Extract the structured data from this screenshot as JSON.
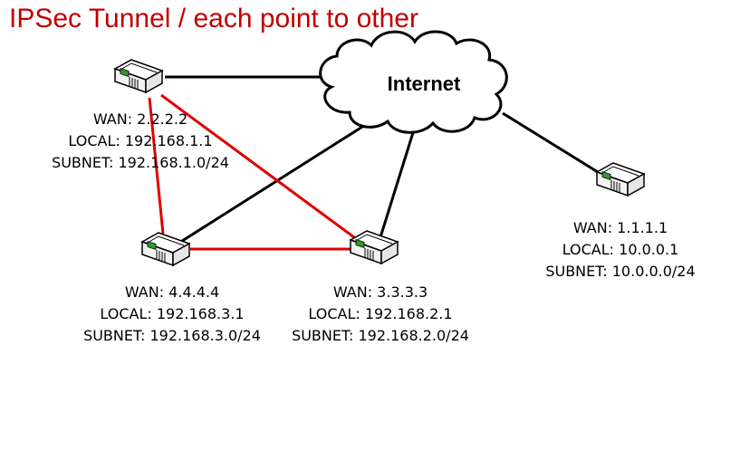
{
  "title": "IPSec Tunnel / each point to other",
  "colors": {
    "title": "#c00000",
    "tunnel": "#e00000",
    "link": "#000000"
  },
  "cloud": {
    "label": "Internet",
    "icon": "cloud-icon"
  },
  "routers": [
    {
      "id": "r2222",
      "icon": "router-icon",
      "wan": "WAN: 2.2.2.2",
      "local": "LOCAL: 192.168.1.1",
      "subnet": "SUBNET: 192.168.1.0/24"
    },
    {
      "id": "r4444",
      "icon": "router-icon",
      "wan": "WAN: 4.4.4.4",
      "local": "LOCAL: 192.168.3.1",
      "subnet": "SUBNET: 192.168.3.0/24"
    },
    {
      "id": "r3333",
      "icon": "router-icon",
      "wan": "WAN: 3.3.3.3",
      "local": "LOCAL: 192.168.2.1",
      "subnet": "SUBNET: 192.168.2.0/24"
    },
    {
      "id": "r1111",
      "icon": "router-icon",
      "wan": "WAN: 1.1.1.1",
      "local": "LOCAL: 10.0.0.1",
      "subnet": "SUBNET: 10.0.0.0/24"
    }
  ],
  "links": [
    {
      "type": "internet",
      "from": "r2222",
      "to": "cloud"
    },
    {
      "type": "internet",
      "from": "r4444",
      "to": "cloud"
    },
    {
      "type": "internet",
      "from": "r3333",
      "to": "cloud"
    },
    {
      "type": "internet",
      "from": "r1111",
      "to": "cloud"
    },
    {
      "type": "tunnel",
      "from": "r2222",
      "to": "r4444"
    },
    {
      "type": "tunnel",
      "from": "r2222",
      "to": "r3333"
    },
    {
      "type": "tunnel",
      "from": "r4444",
      "to": "r3333"
    }
  ]
}
